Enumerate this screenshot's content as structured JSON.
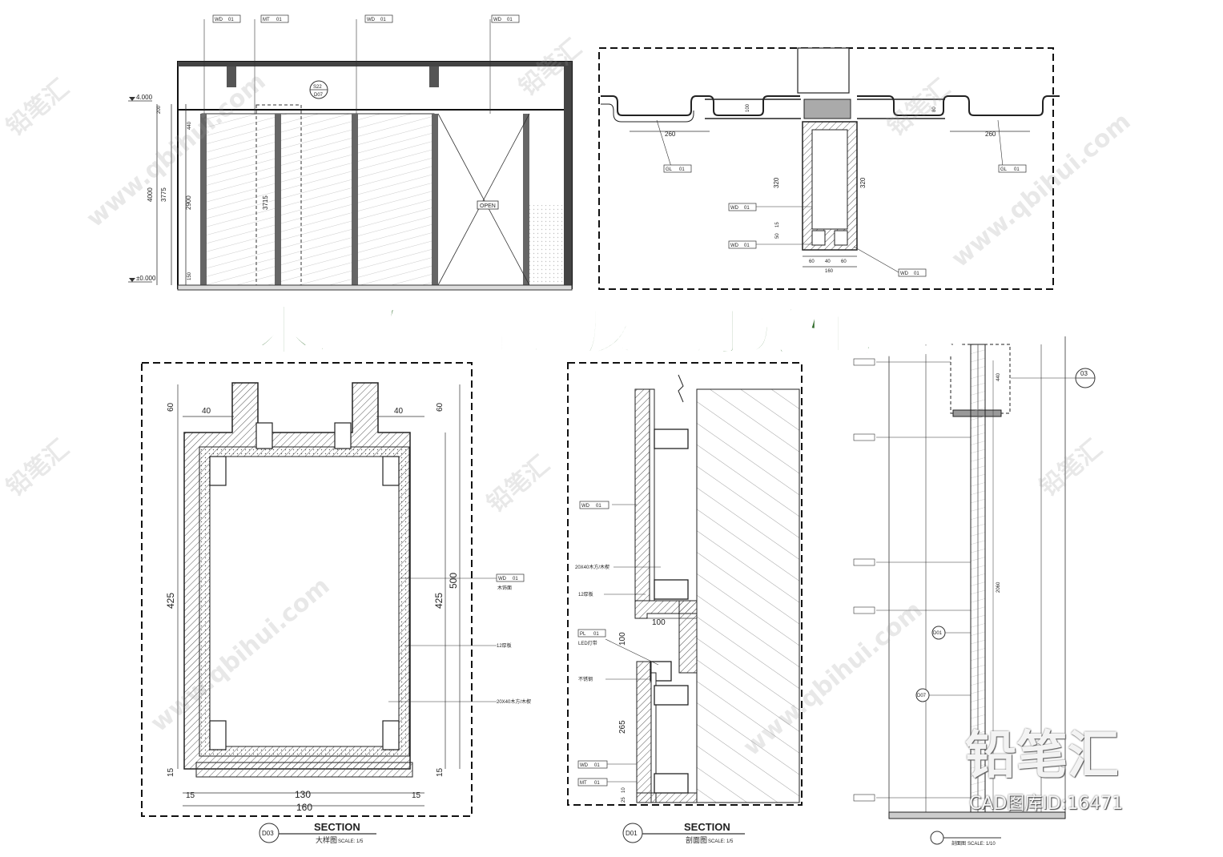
{
  "title": "木饰面造型漫反射灯光柱详图",
  "brand": {
    "name": "铅笔汇",
    "id_text": "CAD图库ID:16471"
  },
  "watermark": {
    "text_cn": "铅笔汇",
    "text_url": "www.qbihui.com"
  },
  "elevation": {
    "levels": [
      "4.000",
      "±0.000"
    ],
    "dims": [
      "4000",
      "3775",
      "2900",
      "3715",
      "440",
      "200",
      "150"
    ],
    "open_label": "OPEN",
    "section_tag": {
      "top": "S22",
      "bottom": "D07"
    },
    "tags": [
      {
        "code": "WD",
        "num": "01"
      },
      {
        "code": "MT",
        "num": "01"
      },
      {
        "code": "WD",
        "num": "01"
      },
      {
        "code": "WD",
        "num": "01"
      }
    ]
  },
  "plan_detail": {
    "dims": [
      "260",
      "100",
      "80",
      "260",
      "320",
      "320",
      "60",
      "40",
      "60",
      "160",
      "50",
      "15"
    ],
    "tags": [
      {
        "code": "GL",
        "num": "01"
      },
      {
        "code": "WD",
        "num": "01"
      },
      {
        "code": "WD",
        "num": "01"
      },
      {
        "code": "WD",
        "num": "01"
      },
      {
        "code": "GL",
        "num": "01"
      }
    ]
  },
  "section_d03": {
    "heading": "SECTION",
    "tag": "D03",
    "caption": "大样图",
    "scale": "SCALE: 1/5",
    "dims": [
      "40",
      "40",
      "60",
      "60",
      "425",
      "500",
      "425",
      "15",
      "15",
      "15",
      "130",
      "15",
      "160"
    ],
    "notes": [
      "12厚板",
      "20X40木方/木楔"
    ],
    "tags": [
      {
        "code": "WD",
        "num": "01"
      }
    ],
    "tag_note": "木饰面"
  },
  "section_d01": {
    "heading": "SECTION",
    "tag": "D01",
    "caption": "剖面图",
    "scale": "SCALE: 1/5",
    "dims": [
      "100",
      "100",
      "265",
      "25",
      "10"
    ],
    "notes": [
      "20X40木方/木楔",
      "12厚板",
      "LED灯带",
      "不锈钢"
    ],
    "tags": [
      {
        "code": "WD",
        "num": "01"
      },
      {
        "code": "PL",
        "num": "01"
      },
      {
        "code": "WD",
        "num": "01"
      },
      {
        "code": "MT",
        "num": "01"
      }
    ]
  },
  "section_right": {
    "tag": "03",
    "caption": "剖面图",
    "scale": "SCALE: 1/10",
    "dims": [
      "440",
      "2060"
    ],
    "markers": [
      "D01",
      "D07"
    ]
  }
}
